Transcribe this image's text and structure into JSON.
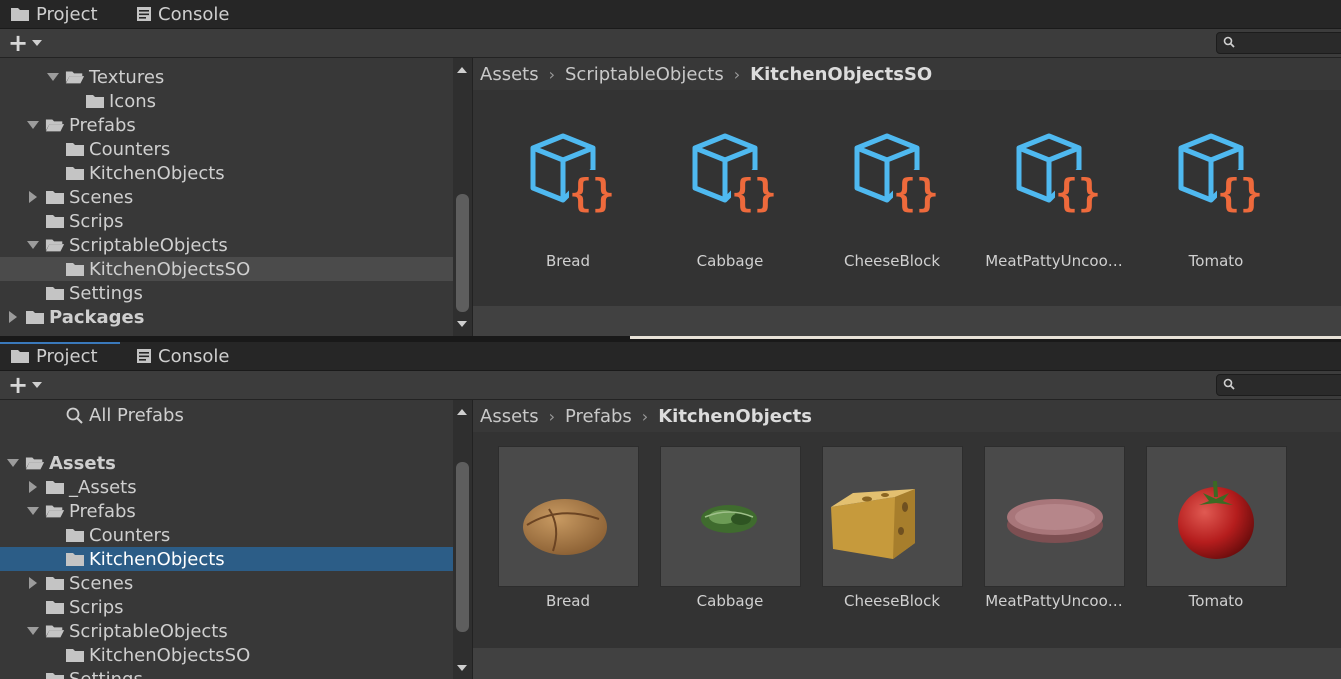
{
  "top_panel": {
    "tabs": {
      "project": "Project",
      "console": "Console"
    },
    "tree": [
      {
        "label": "Textures",
        "depth": 2,
        "arrow": "down",
        "folder": "open"
      },
      {
        "label": "Icons",
        "depth": 3,
        "arrow": "none",
        "folder": "closed"
      },
      {
        "label": "Prefabs",
        "depth": 1,
        "arrow": "down",
        "folder": "open"
      },
      {
        "label": "Counters",
        "depth": 2,
        "arrow": "none",
        "folder": "closed"
      },
      {
        "label": "KitchenObjects",
        "depth": 2,
        "arrow": "none",
        "folder": "closed"
      },
      {
        "label": "Scenes",
        "depth": 1,
        "arrow": "right",
        "folder": "closed"
      },
      {
        "label": "Scrips",
        "depth": 1,
        "arrow": "none",
        "folder": "closed"
      },
      {
        "label": "ScriptableObjects",
        "depth": 1,
        "arrow": "down",
        "folder": "open"
      },
      {
        "label": "KitchenObjectsSO",
        "depth": 2,
        "arrow": "none",
        "folder": "closed",
        "selected": "gray"
      },
      {
        "label": "Settings",
        "depth": 1,
        "arrow": "none",
        "folder": "closed"
      },
      {
        "label": "Packages",
        "depth": 0,
        "arrow": "right",
        "folder": "closed",
        "bold": true
      }
    ],
    "breadcrumb": [
      "Assets",
      "ScriptableObjects",
      "KitchenObjectsSO"
    ],
    "items": [
      {
        "label": "Bread",
        "icon": "scriptable-object-icon"
      },
      {
        "label": "Cabbage",
        "icon": "scriptable-object-icon"
      },
      {
        "label": "CheeseBlock",
        "icon": "scriptable-object-icon"
      },
      {
        "label": "MeatPattyUncoo…",
        "icon": "scriptable-object-icon"
      },
      {
        "label": "Tomato",
        "icon": "scriptable-object-icon"
      }
    ]
  },
  "bottom_panel": {
    "tabs": {
      "project": "Project",
      "console": "Console"
    },
    "tree": [
      {
        "label": "All Prefabs",
        "depth": 2,
        "arrow": "none",
        "folder": "search"
      },
      {
        "label": "",
        "depth": 0,
        "arrow": "none",
        "folder": "none"
      },
      {
        "label": "Assets",
        "depth": 0,
        "arrow": "down",
        "folder": "open",
        "bold": true
      },
      {
        "label": "_Assets",
        "depth": 1,
        "arrow": "right",
        "folder": "closed"
      },
      {
        "label": "Prefabs",
        "depth": 1,
        "arrow": "down",
        "folder": "open"
      },
      {
        "label": "Counters",
        "depth": 2,
        "arrow": "none",
        "folder": "closed"
      },
      {
        "label": "KitchenObjects",
        "depth": 2,
        "arrow": "none",
        "folder": "closed",
        "selected": "blue"
      },
      {
        "label": "Scenes",
        "depth": 1,
        "arrow": "right",
        "folder": "closed"
      },
      {
        "label": "Scrips",
        "depth": 1,
        "arrow": "none",
        "folder": "closed"
      },
      {
        "label": "ScriptableObjects",
        "depth": 1,
        "arrow": "down",
        "folder": "open"
      },
      {
        "label": "KitchenObjectsSO",
        "depth": 2,
        "arrow": "none",
        "folder": "closed"
      },
      {
        "label": "Settings",
        "depth": 1,
        "arrow": "none",
        "folder": "closed"
      }
    ],
    "breadcrumb": [
      "Assets",
      "Prefabs",
      "KitchenObjects"
    ],
    "items": [
      {
        "label": "Bread",
        "icon": "bread-prefab-thumbnail"
      },
      {
        "label": "Cabbage",
        "icon": "cabbage-prefab-thumbnail"
      },
      {
        "label": "CheeseBlock",
        "icon": "cheese-block-prefab-thumbnail"
      },
      {
        "label": "MeatPattyUncoo…",
        "icon": "meat-patty-prefab-thumbnail"
      },
      {
        "label": "Tomato",
        "icon": "tomato-prefab-thumbnail"
      }
    ]
  },
  "colors": {
    "selection_blue": "#2c5d87",
    "selection_gray": "#4b4b4b",
    "so_icon_cube": "#4fb9f0",
    "so_icon_braces": "#ee6a3c"
  }
}
